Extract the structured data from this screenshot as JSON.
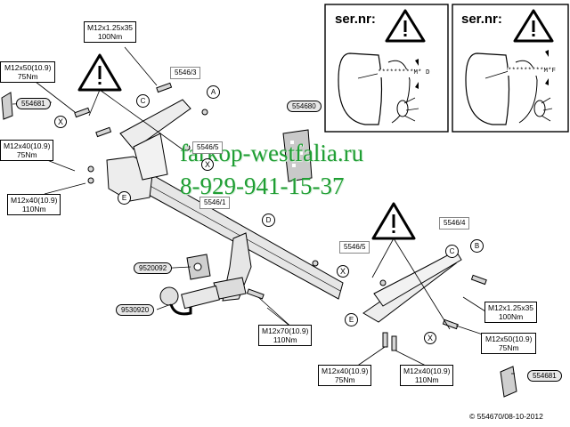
{
  "watermark": {
    "site": "farkop-westfalia.ru",
    "phone": "8-929-941-15-37"
  },
  "serial_panels": [
    {
      "label": "ser.nr:",
      "code_text": "*********M*",
      "code_letter": "D"
    },
    {
      "label": "ser.nr:",
      "code_text": "*********M*",
      "code_letter": "F"
    }
  ],
  "torque_labels": {
    "top_bolt": {
      "size": "M12x1.25x35",
      "torque": "100Nm"
    },
    "left_upper": {
      "size": "M12x50(10.9)",
      "torque": "75Nm"
    },
    "left_mid": {
      "size": "M12x40(10.9)",
      "torque": "75Nm"
    },
    "left_low": {
      "size": "M12x40(10.9)",
      "torque": "110Nm"
    },
    "center_bottom": {
      "size": "M12x70(10.9)",
      "torque": "110Nm"
    },
    "right_upper": {
      "size": "M12x1.25x35",
      "torque": "100Nm"
    },
    "right_mid": {
      "size": "M12x50(10.9)",
      "torque": "75Nm"
    },
    "bottom_a": {
      "size": "M12x40(10.9)",
      "torque": "75Nm"
    },
    "bottom_b": {
      "size": "M12x40(10.9)",
      "torque": "110Nm"
    }
  },
  "part_numbers": {
    "p554681_left": "554681",
    "p554680": "554680",
    "p554681_right": "554681",
    "p9520092": "9520092",
    "p9530920": "9530920"
  },
  "tags": {
    "t5546_3": "5546/3",
    "t5546_5_top": "5546/5",
    "t5546_1": "5546/1",
    "t5546_4": "5546/4",
    "t5546_5_right": "5546/5"
  },
  "callouts": {
    "a": "A",
    "b": "B",
    "c_left": "C",
    "c_right": "C",
    "d": "D",
    "e_left": "E",
    "e_right": "E"
  },
  "xmarks": {
    "x1": "X",
    "x2": "X",
    "x3": "X",
    "x4": "X"
  },
  "footer": {
    "copyright": "© 554670/08-10-2012"
  },
  "colors": {
    "watermark_green": "#1f9e33",
    "part_fill": "#e8e8e8",
    "line": "#000000"
  }
}
